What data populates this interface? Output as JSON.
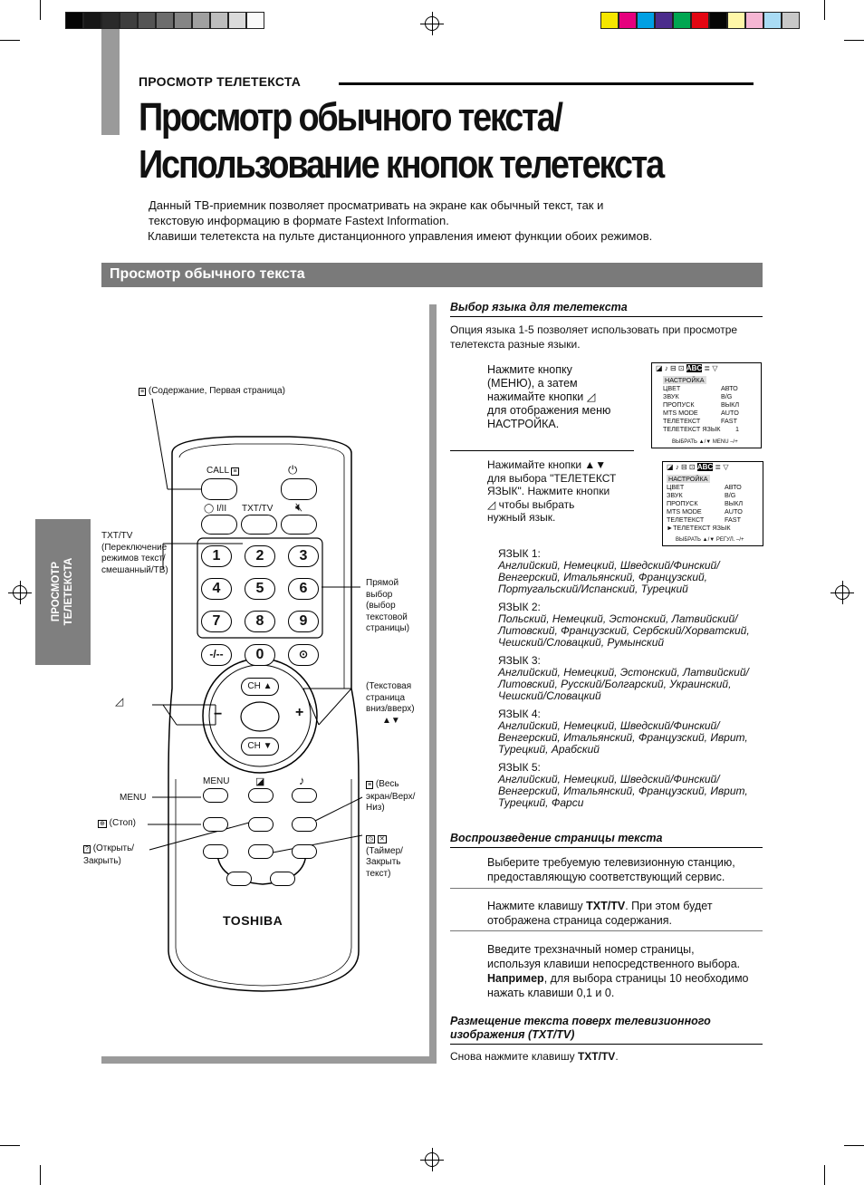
{
  "page": {
    "section_label": "ПРОСМОТР ТЕЛЕТЕКСТА",
    "title_line1": "Просмотр обычного текста/",
    "title_line2": "Использование кнопок телетекста",
    "intro_line1": "Данный ТВ-приемник позволяет просматривать на экране как обычный текст, так и",
    "intro_line2": "текстовую информацию в формате Fastext Information.",
    "intro_line3": "Клавиши телетекста на пульте дистанционного управления имеют функции обоих режимов.",
    "section_bar": "Просмотр обычного текста",
    "side_tab_line1": "ПРОСМОТР",
    "side_tab_line2": "ТЕЛЕТЕКСТА"
  },
  "language": {
    "heading": "Выбор языка для телетекста",
    "intro_line1": "Опция языка 1-5 позволяет использовать при просмотре",
    "intro_line2": "телетекста разные языки.",
    "step1": [
      "Нажмите кнопку",
      "(МЕНЮ), а затем",
      "нажимайте кнопки ◿",
      "для отображения меню",
      "НАСТРОЙКА."
    ],
    "step2": [
      "Нажимайте кнопки   ▲▼",
      "для выбора \"ТЕЛЕТЕКСТ",
      "ЯЗЫК\". Нажмите кнопки",
      "◿        чтобы выбрать",
      "нужный язык."
    ],
    "languages": [
      {
        "title": "ЯЗЫК 1:",
        "lines": [
          "Английский, Немецкий, Шведский/Финский/",
          "Венгерский, Итальянский, Французский,",
          "Португальский/Испанский, Турецкий"
        ]
      },
      {
        "title": "ЯЗЫК 2:",
        "lines": [
          "Польский, Немецкий, Эстонский, Латвийский/",
          "Литовский, Французский, Сербский/Хорватский,",
          "Чешский/Словацкий, Румынский"
        ]
      },
      {
        "title": "ЯЗЫК 3:",
        "lines": [
          "Английский, Немецкий, Эстонский, Латвийский/",
          "Литовский, Русский/Болгарский, Украинский,",
          "Чешский/Словацкий"
        ]
      },
      {
        "title": "ЯЗЫК 4:",
        "lines": [
          "Английский, Немецкий, Шведский/Финский/",
          "Венгерский, Итальянский, Французский, Иврит,",
          "Турецкий, Арабский"
        ]
      },
      {
        "title": "ЯЗЫК 5:",
        "lines": [
          "Английский, Немецкий, Шведский/Финский/",
          "Венгерский, Итальянский, Французский, Иврит,",
          "Турецкий, Фарси"
        ]
      }
    ]
  },
  "osd1": {
    "title": "НАСТРОЙКА",
    "rows": [
      [
        "ЦВЕТ",
        "АВТО"
      ],
      [
        "ЗВУК",
        "B/G"
      ],
      [
        "ПРОПУСК",
        "ВЫКЛ"
      ],
      [
        "MTS MODE",
        "AUTO"
      ],
      [
        "ТЕЛЕТЕКСТ",
        "FAST"
      ],
      [
        "ТЕЛЕТЕКСТ ЯЗЫК",
        "1"
      ]
    ],
    "footer": "ВЫБРАТЬ ▲/▼     MENU –/+"
  },
  "osd2": {
    "title": "НАСТРОЙКА",
    "rows": [
      [
        "ЦВЕТ",
        "АВТО"
      ],
      [
        "ЗВУК",
        "B/G"
      ],
      [
        "ПРОПУСК",
        "ВЫКЛ"
      ],
      [
        "MTS MODE",
        "AUTO"
      ],
      [
        "ТЕЛЕТЕКСТ",
        "FAST"
      ],
      [
        "►ТЕЛЕТЕКСТ ЯЗЫК",
        ""
      ]
    ],
    "footer": "ВЫБРАТЬ ▲/▼     РЕГУЛ. –/+"
  },
  "playback": {
    "heading": "Воспроизведение страницы текста",
    "step1": [
      "Выберите требуемую телевизионную станцию,",
      "предоставляющую соответствующий сервис."
    ],
    "step2_prefix": "Нажмите клавишу ",
    "step2_bold": "TXT/TV",
    "step2_suffix": ". При этом будет",
    "step2_line2": "отображена страница содержания.",
    "step3_line1": "Введите трехзначный номер страницы,",
    "step3_line2": "используя клавиши непосредственного выбора.",
    "step3_bold": "Например",
    "step3_line3_suffix": ", для выбора страницы 10 необходимо",
    "step3_line4": "нажать клавиши 0,1 и 0."
  },
  "overlay": {
    "heading_line1": "Размещение текста поверх телевизионного",
    "heading_line2": "изображения (TXT/TV)",
    "text_prefix": "Снова нажмите клавишу ",
    "text_bold": "TXT/TV",
    "text_suffix": "."
  },
  "remote": {
    "brand": "TOSHIBA",
    "call_label": "CALL",
    "txt_tv_label": "TXT/TV",
    "dual_label": "I/II",
    "menu_label": "MENU",
    "ch_up": "CH",
    "ch_down": "CH",
    "digits": [
      "1",
      "2",
      "3",
      "4",
      "5",
      "6",
      "7",
      "8",
      "9"
    ],
    "dash_label": "-/--",
    "zero_label": "0"
  },
  "callouts": {
    "contents": "(Содержание, Первая страница)",
    "txttv": [
      "TXT/TV",
      "(Переключение",
      "режимов текст/",
      "смешанный/ТВ)"
    ],
    "direct": [
      "Прямой",
      "выбор",
      "(выбор",
      "текстовой",
      "страницы)"
    ],
    "pageupdown": [
      "(Текстовая",
      "страница",
      "вниз/вверх)",
      "▲▼"
    ],
    "menu": "MENU",
    "stop": "(Стоп)",
    "openclose": [
      "(Открыть/",
      "Закрыть)"
    ],
    "full": [
      "(Весь",
      "экран/Верх/",
      "Низ)"
    ],
    "timer": [
      "(Таймер/",
      "Закрыть",
      "текст)"
    ]
  },
  "colors": {
    "gray_band": "#9a9a9a",
    "section_bar": "#7a7a7a",
    "side_tab": "#7f7f7f"
  }
}
